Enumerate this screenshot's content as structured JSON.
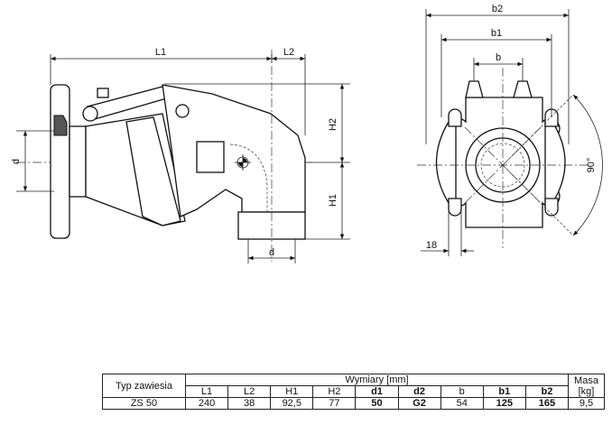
{
  "drawing": {
    "side_view": {
      "dimension_labels": {
        "L1": "L1",
        "L2": "L2",
        "H1": "H1",
        "H2": "H2",
        "d_left": "d",
        "d_bottom": "d"
      }
    },
    "front_view": {
      "dimension_labels": {
        "b2": "b2",
        "b1": "b1",
        "b": "b",
        "slot": "18",
        "angle": "90°"
      }
    }
  },
  "table": {
    "type_header": "Typ zawiesia",
    "dims_header": "Wymiary [mm]",
    "mass_header": "Masa [kg]",
    "columns": [
      "L1",
      "L2",
      "H1",
      "H2",
      "d1",
      "d2",
      "b",
      "b1",
      "b2"
    ],
    "rows": [
      {
        "type": "ZS 50",
        "values": [
          "240",
          "38",
          "92,5",
          "77",
          "50",
          "G2",
          "54",
          "125",
          "165"
        ],
        "mass": "9,5"
      }
    ]
  }
}
